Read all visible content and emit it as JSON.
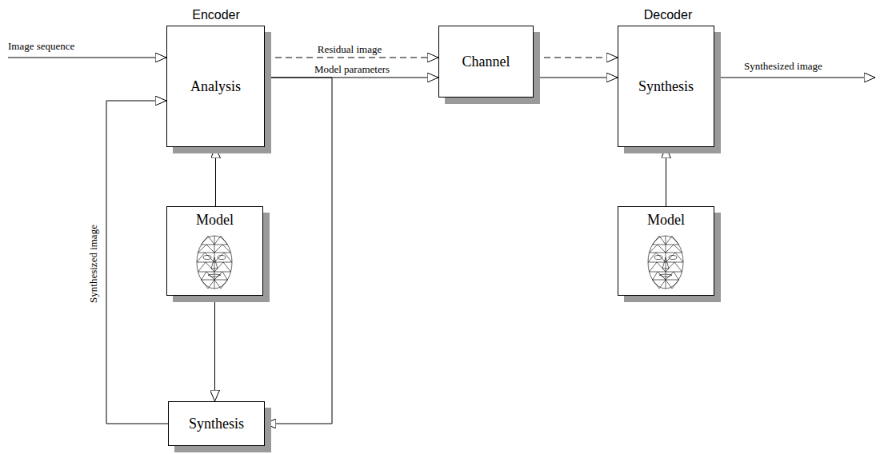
{
  "diagram": {
    "nodes": [
      {
        "text": [
          "Analysis"
        ]
      },
      {
        "text": [
          "Channel"
        ]
      },
      {
        "text": [
          "Synthesis"
        ]
      },
      {
        "text": [
          "Model"
        ]
      },
      {
        "text": [
          "Model"
        ]
      },
      {
        "text": [
          "Synthesis"
        ]
      }
    ],
    "edges": [
      {
        "from": 0,
        "to": 1,
        "arrow": "to",
        "label": "Residual image"
      },
      {
        "from": 1,
        "to": 2,
        "arrow": "to"
      },
      {
        "from": 0,
        "to": 1,
        "arrow": "to",
        "label": "Model parameters"
      },
      {
        "from": 1,
        "to": 2,
        "arrow": "to"
      },
      {
        "from": 0,
        "to": 5,
        "arrow": "to"
      },
      {
        "from": 3,
        "to": 0,
        "arrow": "to"
      },
      {
        "from": 3,
        "to": 5,
        "arrow": "to"
      },
      {
        "from": 5,
        "to": 0,
        "arrow": "to",
        "label": "Synthesized image"
      },
      {
        "from": 4,
        "to": 2,
        "arrow": "to"
      }
    ],
    "labels": [
      "Encoder",
      "Decoder",
      "Image sequence",
      "Synthesized image"
    ]
  }
}
